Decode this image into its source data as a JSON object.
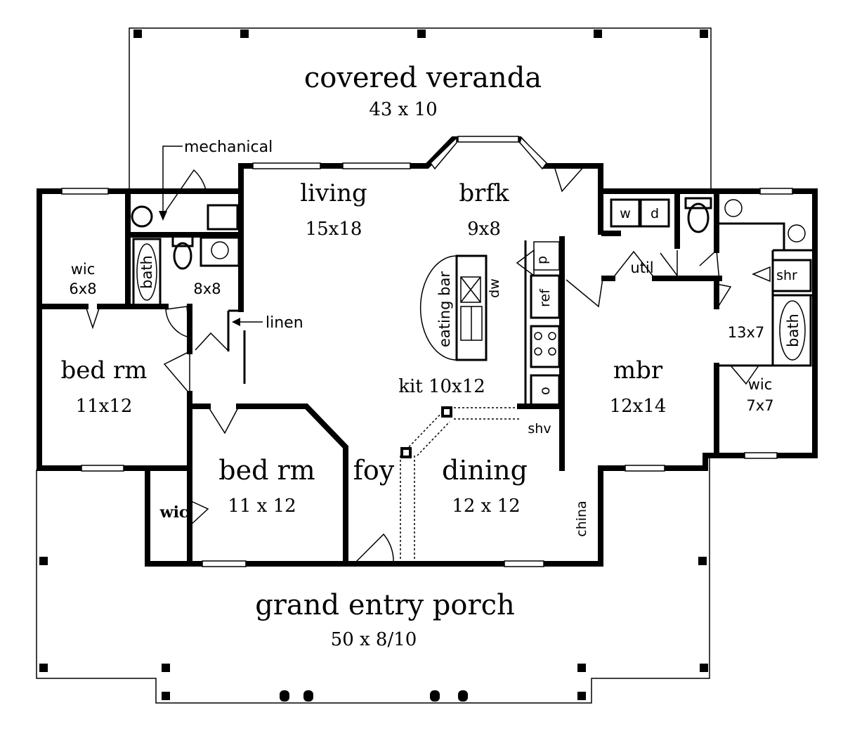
{
  "rooms": {
    "veranda": {
      "name": "covered veranda",
      "size": "43 x 10"
    },
    "living": {
      "name": "living",
      "size": "15x18"
    },
    "breakfast": {
      "name": "brfk",
      "size": "9x8"
    },
    "bed_left": {
      "name": "bed rm",
      "size": "11x12"
    },
    "bed_center": {
      "name": "bed rm",
      "size": "11 x 12"
    },
    "foyer": {
      "name": "foy"
    },
    "dining": {
      "name": "dining",
      "size": "12 x 12"
    },
    "kitchen": {
      "name": "kit 10x12"
    },
    "master": {
      "name": "mbr",
      "size": "12x14"
    },
    "porch": {
      "name": "grand entry porch",
      "size": "50 x 8/10"
    }
  },
  "labels": {
    "mechanical": "mechanical",
    "wic_left": "wic",
    "wic_left_size": "6x8",
    "bath_left": "bath",
    "bath_left_size": "8x8",
    "linen": "linen",
    "wic_small": "wic",
    "eating_bar": "eating bar",
    "dw": "dw",
    "pantry": "p",
    "ref": "ref",
    "oven": "o",
    "shv": "shv",
    "china": "china",
    "washer": "w",
    "dryer": "d",
    "util": "util",
    "shr": "shr",
    "bath_right": "bath",
    "bath_right_size": "13x7",
    "wic_right": "wic",
    "wic_right_size": "7x7"
  }
}
